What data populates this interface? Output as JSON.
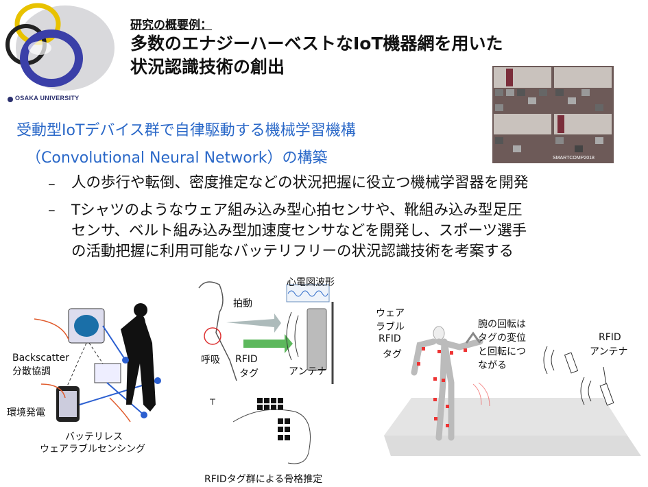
{
  "header": {
    "university": "OSAKA UNIVERSITY",
    "label": "研究の概要例：",
    "title_line1": "多数のエナジーハーベストなIoT機器網を用いた",
    "title_line2": "状況認識技術の創出"
  },
  "photo": {
    "caption": "SMARTCOMP2018"
  },
  "body": {
    "heading_line1": "受動型IoTデバイス群で自律駆動する機械学習機構",
    "heading_line2": "（Convolutional Neural Network）の構築",
    "dash": "–",
    "bullet1": "人の歩行や転倒、密度推定などの状況把握に役立つ機械学習器を開発",
    "bullet2_line1": "Tシャツのようなウェア組み込み型心拍センサや、靴組み込み型足圧",
    "bullet2_line2": "センサ、ベルト組み込み型加速度センサなどを開発し、スポーツ選手",
    "bullet2_line3": "の活動把握に利用可能なバッテリフリーの状況認識技術を考案する"
  },
  "fig_left": {
    "backscatter": "Backscatter",
    "distributed": "分散協調",
    "harvest": "環境発電",
    "caption_line1": "バッテリレス",
    "caption_line2": "ウェアラブルセンシング"
  },
  "fig_center": {
    "ecg": "心電図波形",
    "heartbeat": "拍動",
    "breath": "呼吸",
    "rfid": "RFID",
    "tag": "タグ",
    "antenna": "アンテナ",
    "caption": "RFIDタグ群による骨格推定"
  },
  "fig_right": {
    "wearable1": "ウェア",
    "wearable2": "ラブル",
    "wearable3": "RFID",
    "wearable4": "タグ",
    "rot1": "腕の回転は",
    "rot2": "タグの変位",
    "rot3": "と回転につ",
    "rot4": "ながる",
    "ant1": "RFID",
    "ant2": "アンテナ"
  }
}
